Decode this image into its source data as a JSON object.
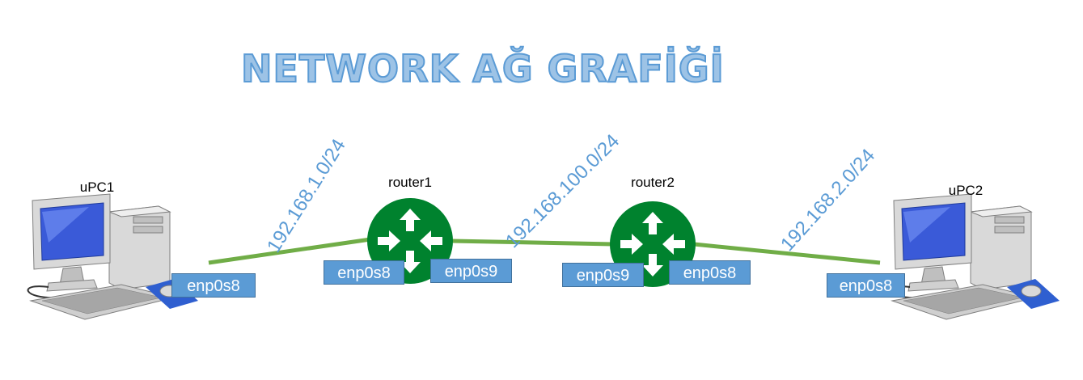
{
  "title": "NETWORK AĞ GRAFİĞİ",
  "colors": {
    "link": "#70ad47",
    "router": "#00822e",
    "iface_fill": "#5b9bd5",
    "subnet_text": "#5b9bd5",
    "title_fill": "#9dc3e6"
  },
  "nodes": {
    "upc1": {
      "label": "uPC1",
      "icon": "desktop-computer-icon"
    },
    "router1": {
      "label": "router1",
      "icon": "router-icon"
    },
    "router2": {
      "label": "router2",
      "icon": "router-icon"
    },
    "upc2": {
      "label": "uPC2",
      "icon": "desktop-computer-icon"
    }
  },
  "interfaces": {
    "upc1_enp0s8": "enp0s8",
    "router1_left": "enp0s8",
    "router1_right": "enp0s9",
    "router2_left": "enp0s9",
    "router2_right": "enp0s8",
    "upc2_enp0s8": "enp0s8"
  },
  "subnets": {
    "left": "192.168.1.0/24",
    "middle": "192.168.100.0/24",
    "right": "192.168.2.0/24"
  }
}
